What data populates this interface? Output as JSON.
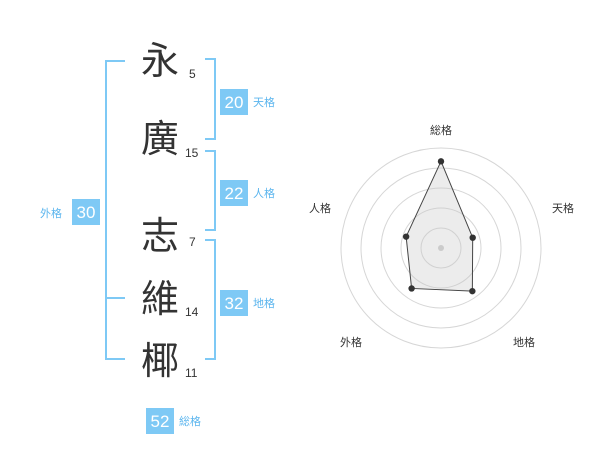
{
  "colors": {
    "accent": "#7ec9f5",
    "label": "#5bb5ee",
    "text": "#333333"
  },
  "name": {
    "chars": [
      {
        "char": "永",
        "strokes": "5"
      },
      {
        "char": "廣",
        "strokes": "15"
      },
      {
        "char": "志",
        "strokes": "7"
      },
      {
        "char": "維",
        "strokes": "14"
      },
      {
        "char": "椰",
        "strokes": "11"
      }
    ]
  },
  "fortune": {
    "tenkaku": {
      "value": "20",
      "label": "天格"
    },
    "jinkaku": {
      "value": "22",
      "label": "人格"
    },
    "chikaku": {
      "value": "32",
      "label": "地格"
    },
    "gaikaku": {
      "value": "30",
      "label": "外格"
    },
    "soukaku": {
      "value": "52",
      "label": "総格"
    }
  },
  "chart_data": {
    "type": "radar",
    "axes": [
      "総格",
      "天格",
      "地格",
      "外格",
      "人格"
    ],
    "values": [
      52,
      20,
      32,
      30,
      22
    ],
    "rmax": 60,
    "rings": 5,
    "grid": true
  }
}
